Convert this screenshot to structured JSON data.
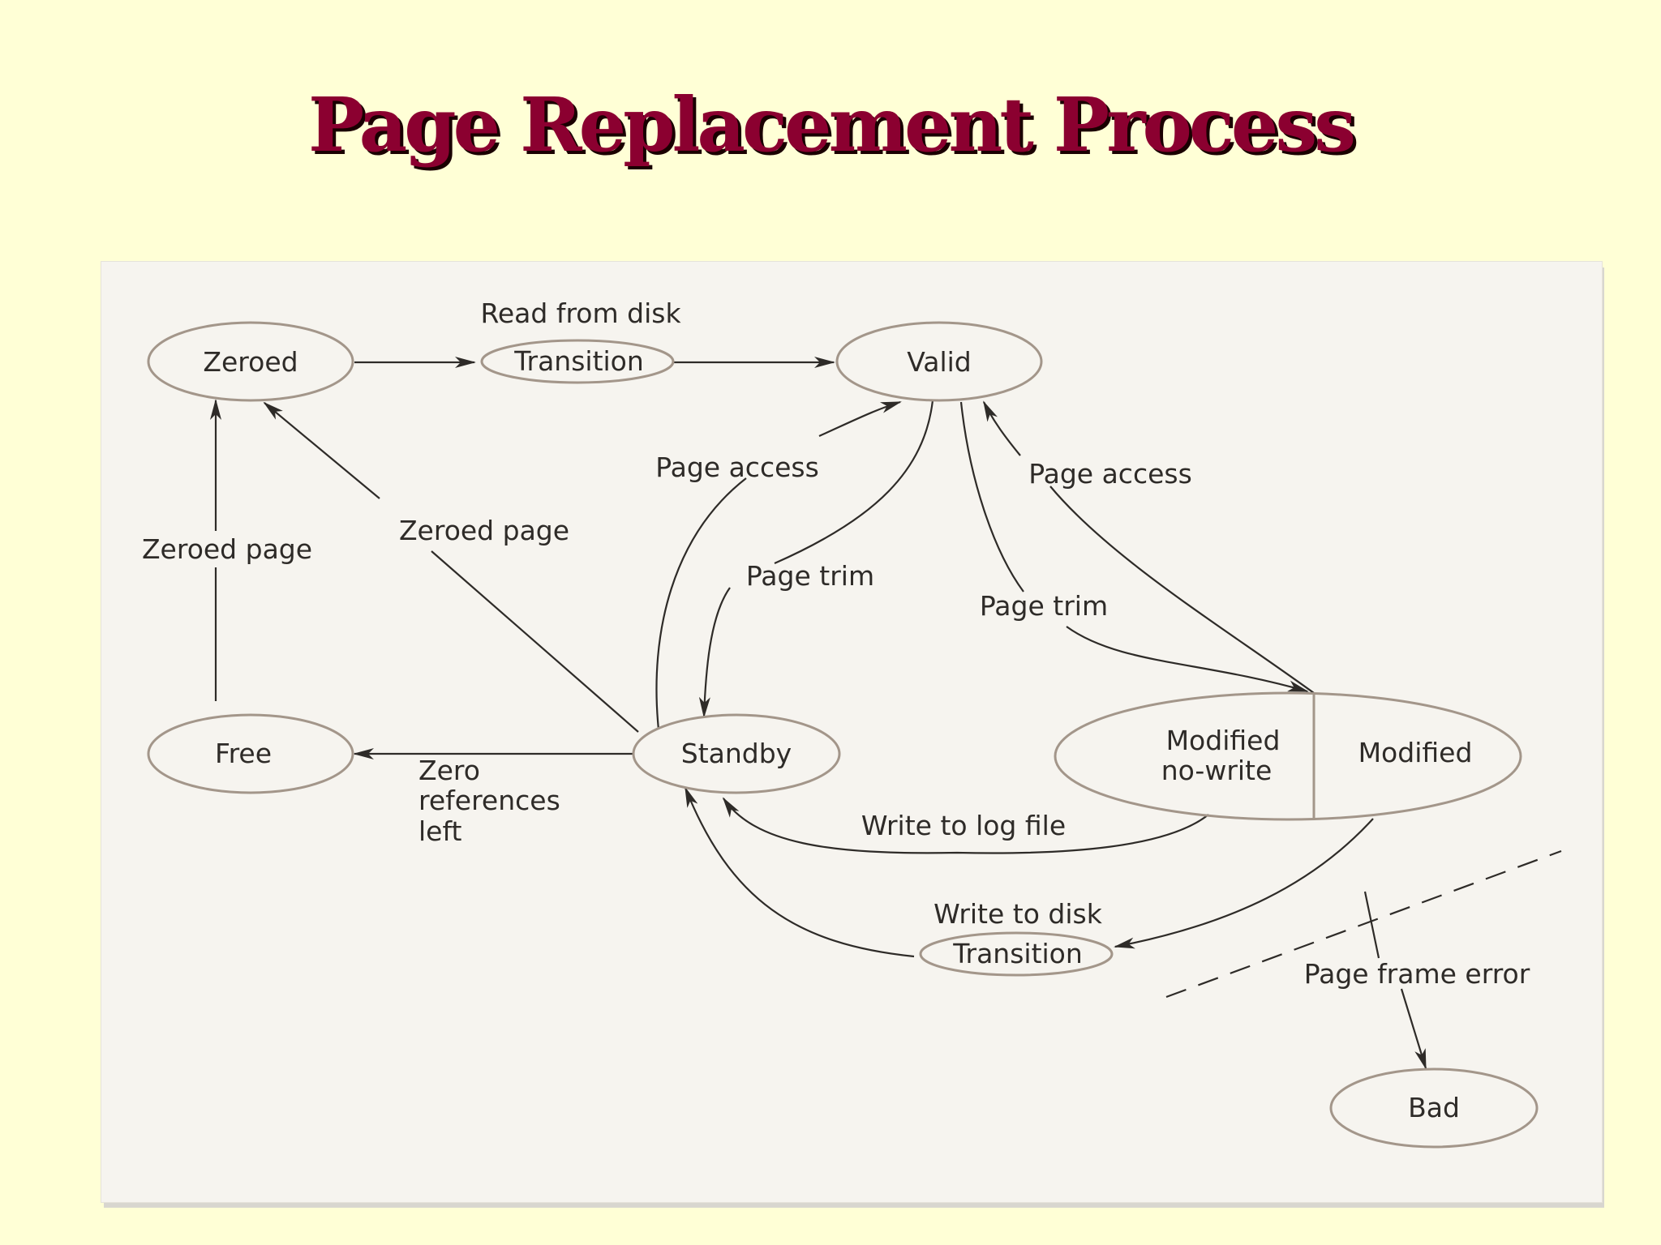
{
  "slide": {
    "title": "Page Replacement Process"
  },
  "states": {
    "zeroed": "Zeroed",
    "transition_top": "Transition",
    "valid": "Valid",
    "free": "Free",
    "standby": "Standby",
    "modified_no_write_line1": "Modified",
    "modified_no_write_line2": "no-write",
    "modified": "Modified",
    "transition_bottom": "Transition",
    "bad": "Bad"
  },
  "edge_labels": {
    "read_from_disk": "Read from disk",
    "page_access_left": "Page access",
    "page_access_right": "Page access",
    "zeroed_page_left": "Zeroed page",
    "zeroed_page_diag": "Zeroed page",
    "page_trim_left": "Page trim",
    "page_trim_right": "Page trim",
    "zero_refs_line1": "Zero",
    "zero_refs_line2": "references",
    "zero_refs_line3": "left",
    "write_to_log_file": "Write to log file",
    "write_to_disk": "Write to disk",
    "page_frame_error": "Page frame error"
  },
  "colors": {
    "background": "#ffffd6",
    "title": "#8b0030",
    "panel": "#f6f4ef",
    "state_outline": "#a3968a",
    "ink": "#2e2b28"
  }
}
